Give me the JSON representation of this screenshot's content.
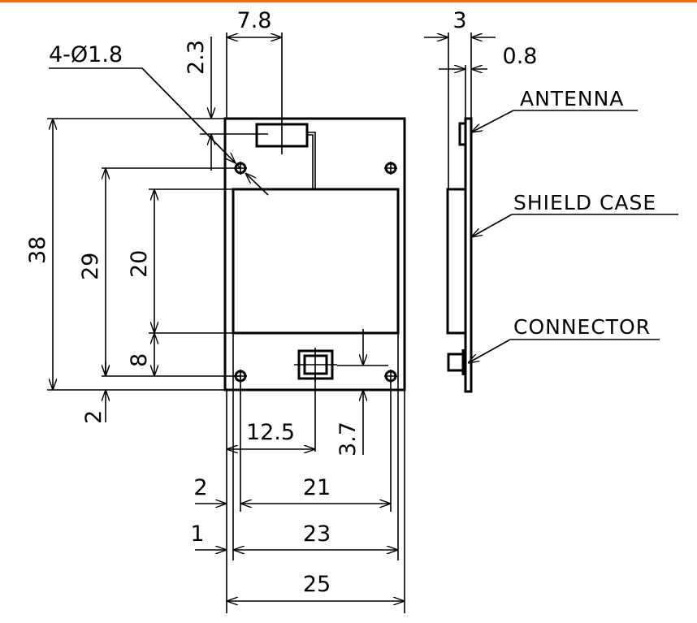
{
  "title": "Module outline dimensions",
  "units": "mm",
  "colors": {
    "accent_bar": "#ff6a00",
    "line": "#000000"
  },
  "front_view": {
    "hole_note": "4-Ø1.8",
    "dims": {
      "antenna_width": "7.8",
      "antenna_offset": "2.3",
      "board_height": "38",
      "hole_pitch_vertical": "29",
      "shield_height": "20",
      "shield_bottom_offset": "8",
      "hole_bottom_offset": "2",
      "connector_x": "12.5",
      "connector_y": "3.7",
      "hole_inset": "2",
      "hole_pitch_horizontal": "21",
      "shield_inset": "1",
      "shield_width": "23",
      "board_width": "25"
    }
  },
  "side_view": {
    "dims": {
      "total_thickness": "3",
      "board_thickness": "0.8"
    },
    "labels": {
      "antenna": "ANTENNA",
      "shield_case": "SHIELD CASE",
      "connector": "CONNECTOR"
    }
  }
}
